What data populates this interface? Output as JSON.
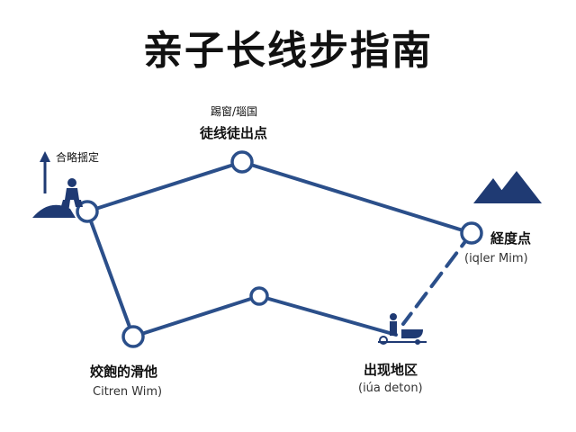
{
  "title": "亲子长线步指南",
  "colors": {
    "route": "#2b4f8a",
    "node_fill": "#ffffff",
    "icon": "#1f3a73",
    "text": "#111111"
  },
  "labels": {
    "start_caption": "合略揺定",
    "top_sub": "踢窗/瑙国",
    "top_main": "徒线徒出点",
    "right_main": "経度点",
    "right_sub": "(iqler Mim)",
    "bl_main": "姣飽的滑他",
    "bl_sub": "Citren Wim)",
    "br_main": "出现地区",
    "br_sub": "(iúa deton)"
  },
  "icons": {
    "start": [
      "arrow-up-icon",
      "hiker-icon",
      "hill-icon"
    ],
    "right": "mountain-icon",
    "bottom_right": "stroller-family-icon"
  }
}
